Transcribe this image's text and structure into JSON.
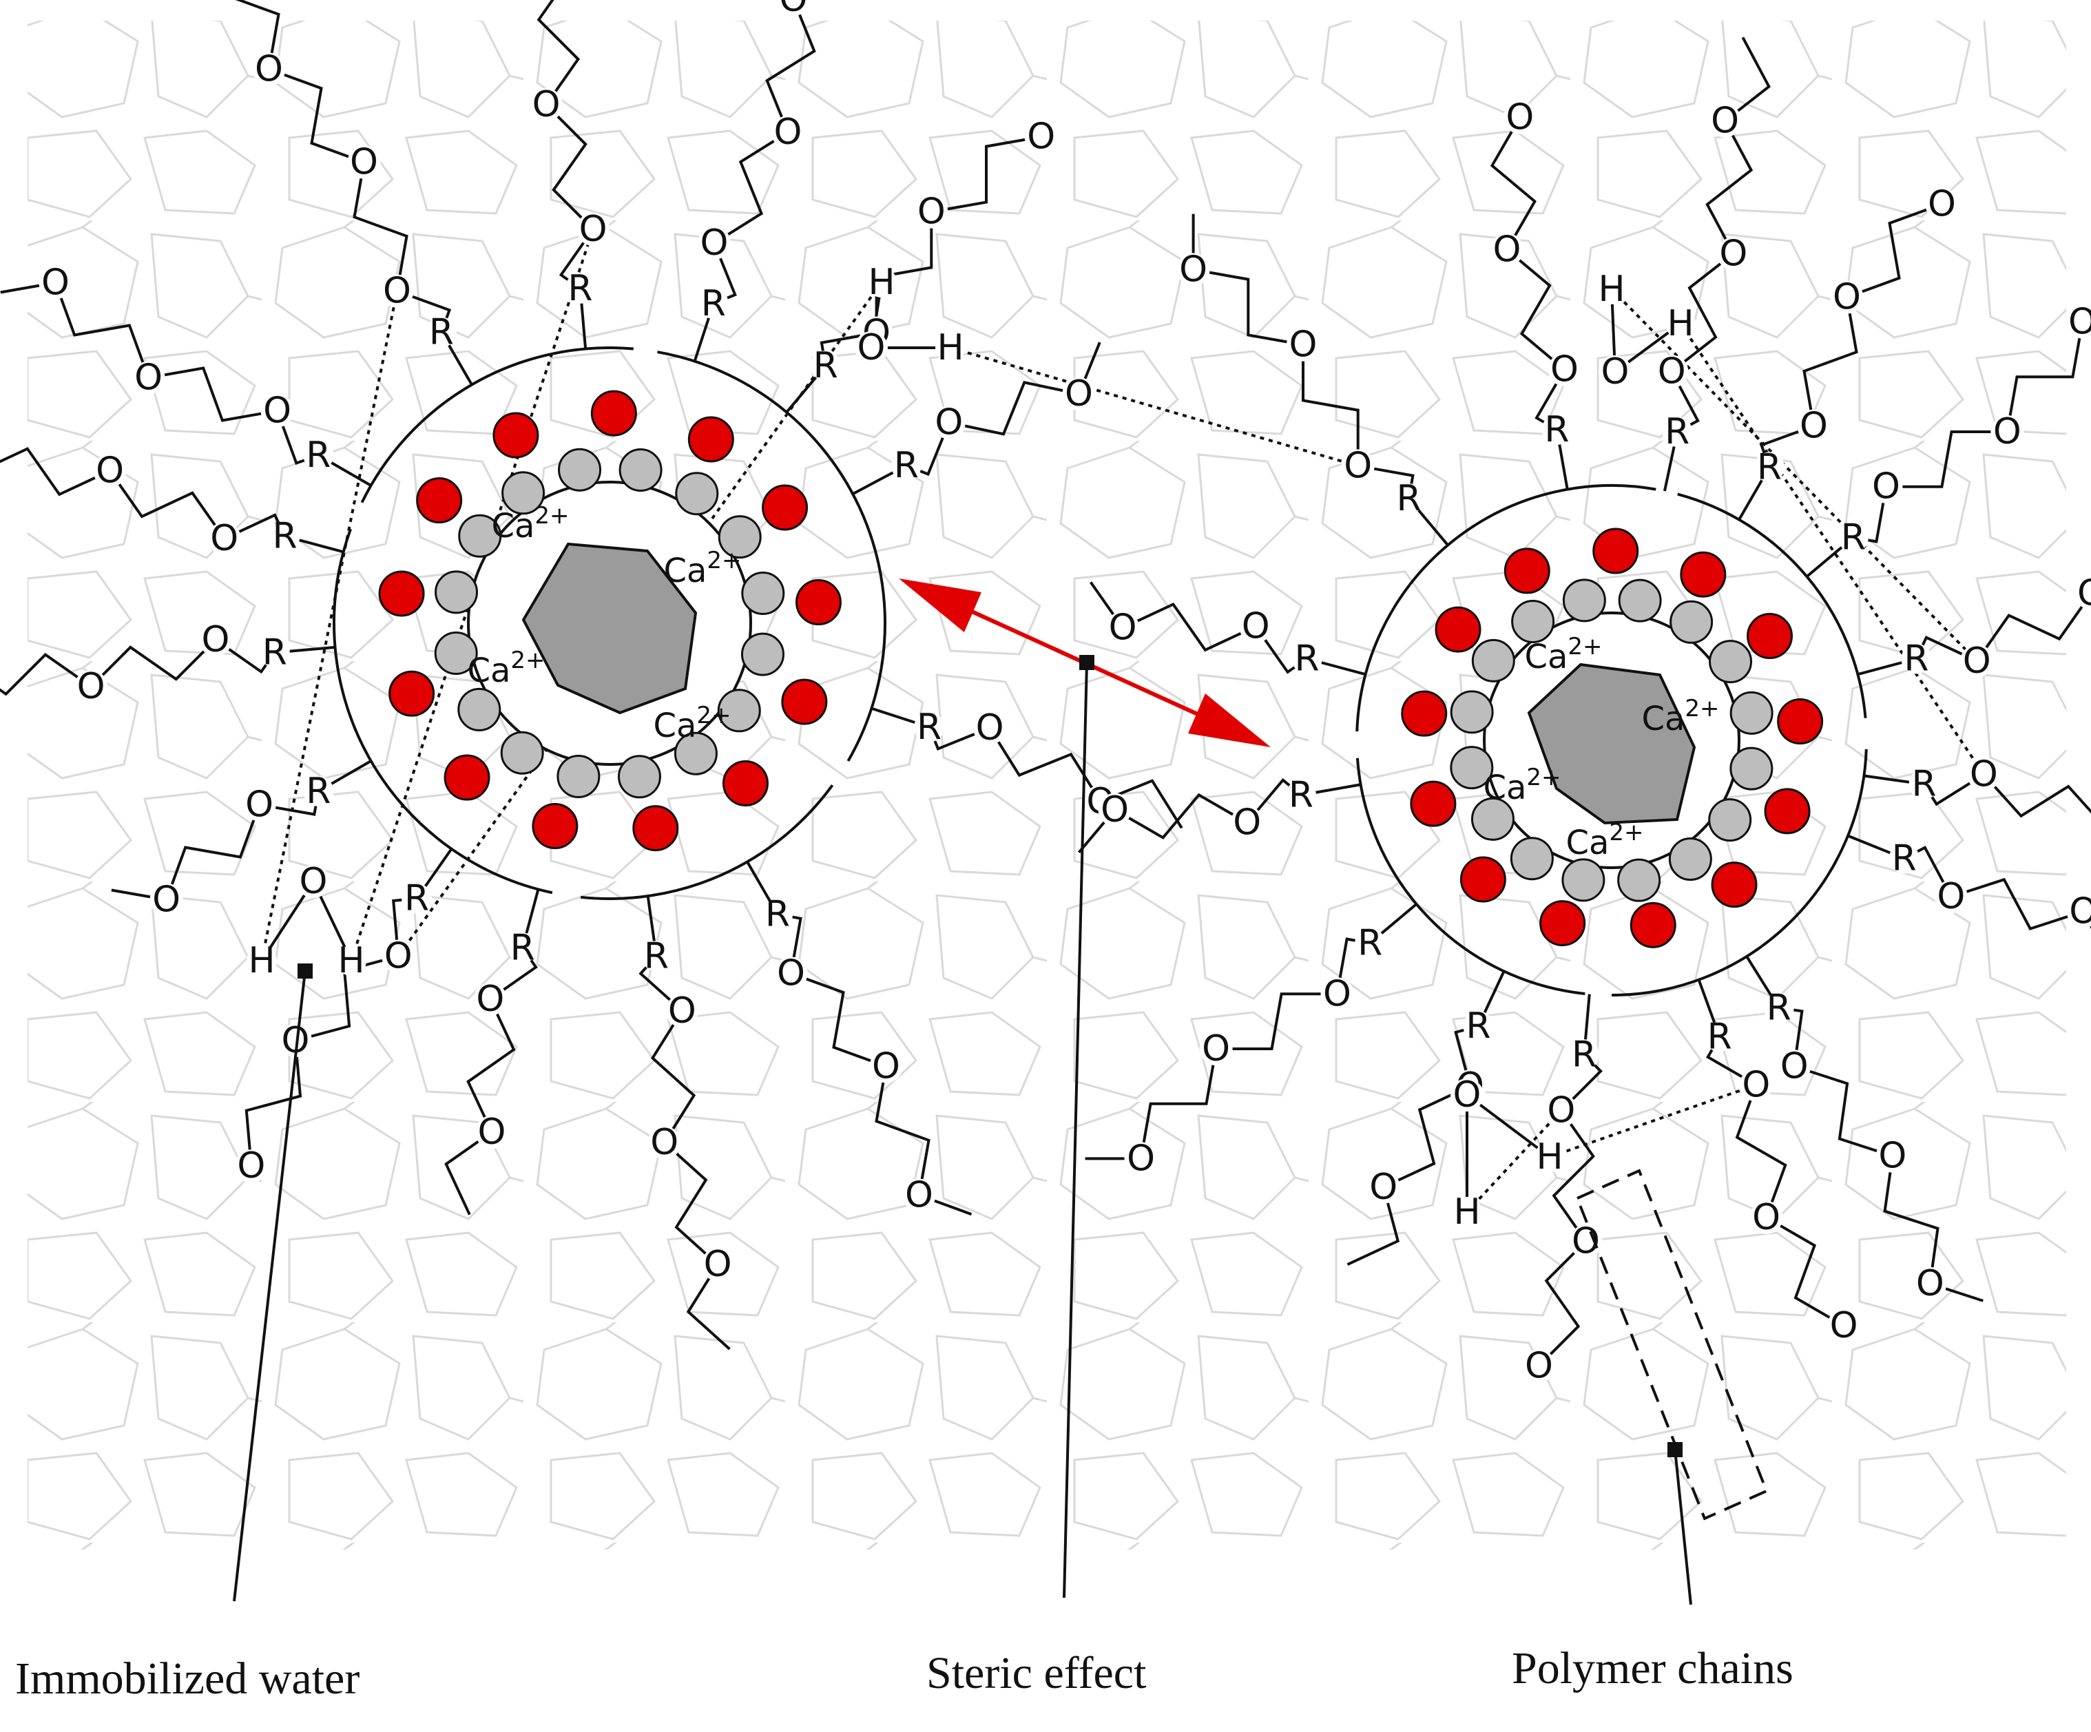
{
  "captions": {
    "immobilized_water": "Immobilized water",
    "steric_effect": "Steric effect",
    "polymer_chains": "Polymer chains"
  },
  "labels": {
    "r_group": "R",
    "oxygen": "O",
    "hydrogen": "H",
    "calcium_ion": "Ca",
    "calcium_charge": "2+"
  },
  "colors": {
    "anionic_site": "#e00000",
    "calcium_site": "#bdbdbd",
    "core": "#9b9b9b",
    "steric_arrow": "#e00000",
    "background_network": "#d9d9d9"
  },
  "particles": [
    {
      "name": "left"
    },
    {
      "name": "right"
    }
  ]
}
